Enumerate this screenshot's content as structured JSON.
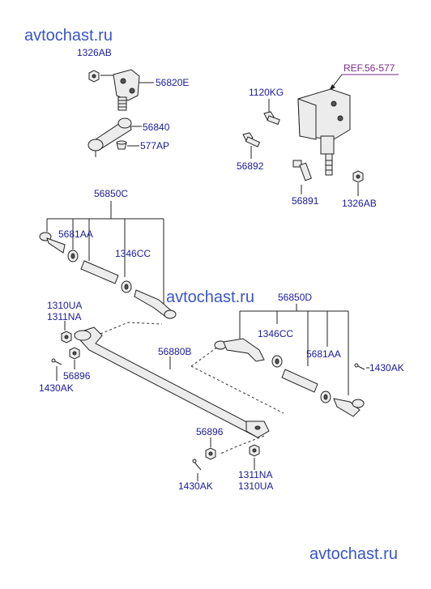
{
  "watermarks": [
    "avtochast.ru",
    "avtochast.ru",
    "avtochast.ru"
  ],
  "ref_label": "REF.56-577",
  "parts": {
    "p1326ab_top": "1326AB",
    "p56820e": "56820E",
    "p56840": "56840",
    "p577ap": "577AP",
    "p1120kg": "1120KG",
    "p56892": "56892",
    "p56891": "56891",
    "p1326ab_right": "1326AB",
    "p56850c": "56850C",
    "p5681aa_left": "5681AA",
    "p1346cc_left": "1346CC",
    "p1310ua_left": "1310UA",
    "p1311na_left": "1311NA",
    "p56896_left": "56896",
    "p1430ak_left": "1430AK",
    "p56850d": "56850D",
    "p1346cc_right": "1346CC",
    "p5681aa_right": "5681AA",
    "p1430ak_right": "1430AK",
    "p56880b": "56880B",
    "p56896_bottom": "56896",
    "p1430ak_bottom": "1430AK",
    "p1311na_bottom": "1311NA",
    "p1310ua_bottom": "1310UA"
  }
}
